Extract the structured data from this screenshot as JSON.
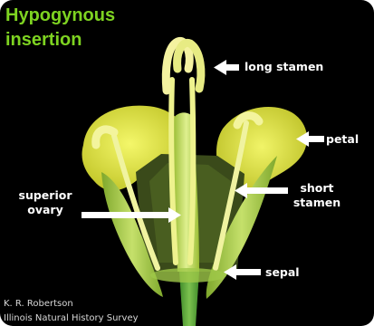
{
  "title": {
    "line1": "Hypogynous",
    "line2": "insertion"
  },
  "labels": {
    "long_stamen": "long stamen",
    "petal": "petal",
    "short_stamen_line1": "short",
    "short_stamen_line2": "stamen",
    "sepal": "sepal",
    "superior_ovary_line1": "superior",
    "superior_ovary_line2": "ovary"
  },
  "credit": {
    "line1": "K. R. Robertson",
    "line2": "Illinois Natural History Survey"
  },
  "colors": {
    "background": "#000000",
    "title": "#7ed321",
    "label": "#ffffff",
    "petal": "#e3e63a",
    "stamen": "#f2f49a",
    "sepal": "#a9cf4a"
  }
}
